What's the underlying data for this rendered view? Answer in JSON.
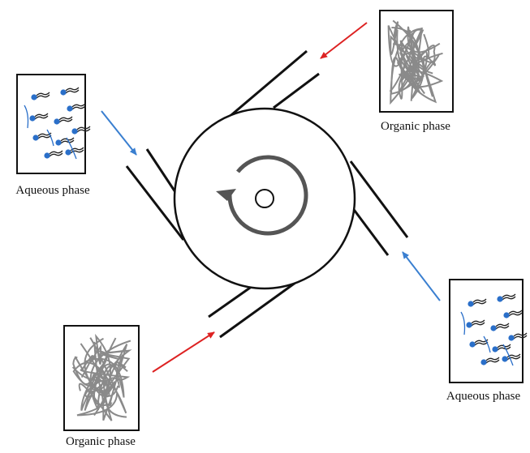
{
  "labels": {
    "aqueous_left": "Aqueous phase",
    "organic_top_right": "Organic phase",
    "organic_bottom_left": "Organic phase",
    "aqueous_bottom_right": "Aqueous phase"
  },
  "colors": {
    "outline": "#111111",
    "aqueous_arrow": "#3a7fd0",
    "organic_arrow": "#dd2222",
    "rotation_arrow": "#555555",
    "surfactant_head": "#2a6fc9",
    "polymer_strand": "#8a8a8a"
  },
  "icons": {
    "rotation": "rotation-arrow-icon",
    "aqueous_molecules": "surfactant-molecule-icon",
    "organic_molecules": "polymer-chain-icon"
  }
}
